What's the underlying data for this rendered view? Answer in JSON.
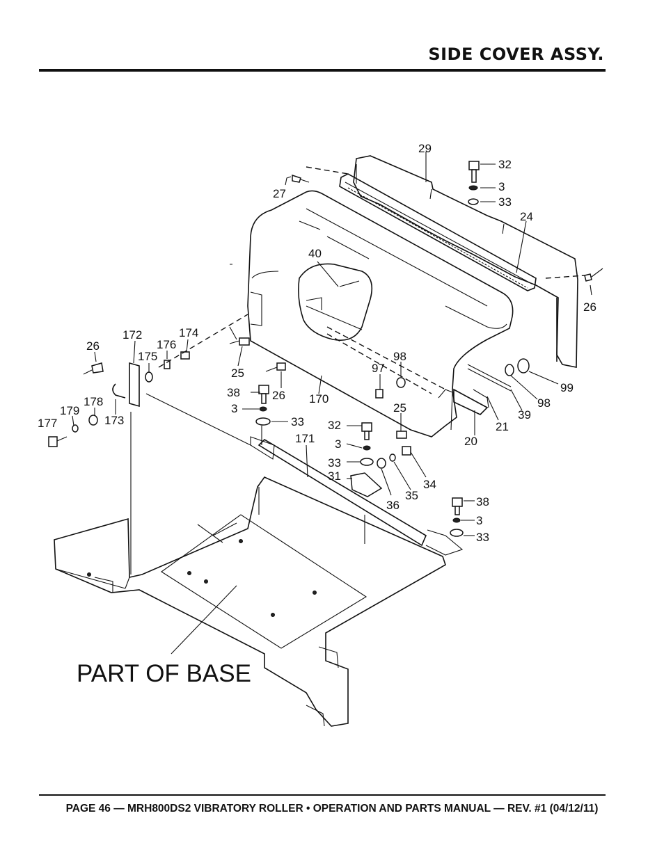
{
  "header": {
    "title": "SIDE COVER ASSY."
  },
  "footer": {
    "text": "PAGE 46 — MRH800DS2 VIBRATORY ROLLER • OPERATION AND PARTS MANUAL — REV. #1 (04/12/11)"
  },
  "diagram": {
    "base_label": "PART OF BASE",
    "callouts": {
      "c29": "29",
      "c32a": "32",
      "c3a": "3",
      "c33a": "33",
      "c24": "24",
      "c27": "27",
      "c26a": "26",
      "c40": "40",
      "c172": "172",
      "c174": "174",
      "c176": "176",
      "c175": "175",
      "c26b": "26",
      "c25a": "25",
      "c26c": "26",
      "c170": "170",
      "c38a": "38",
      "c3b": "3",
      "c33b": "33",
      "c178": "178",
      "c179": "179",
      "c177": "177",
      "c173": "173",
      "c97": "97",
      "c98a": "98",
      "c25b": "25",
      "c32b": "32",
      "c3c": "3",
      "c33c": "33",
      "c31": "31",
      "c36": "36",
      "c35": "35",
      "c34": "34",
      "c171": "171",
      "c99": "99",
      "c98b": "98",
      "c39": "39",
      "c21": "21",
      "c20": "20",
      "c38b": "38",
      "c3d": "3",
      "c33d": "33"
    }
  }
}
